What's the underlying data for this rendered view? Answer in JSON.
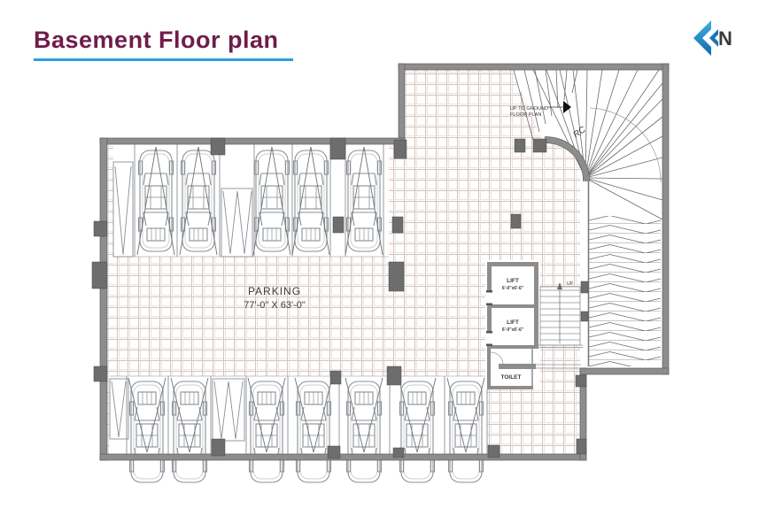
{
  "title": "Basement Floor plan",
  "north_label": "N",
  "plan": {
    "parking": {
      "label": "PARKING",
      "dimensions": "77'-0\" X 63'-0\"",
      "cars_top_row": 5,
      "cars_bottom_row": 7,
      "empty_stalls": 4
    },
    "ramp": {
      "note_line1": "UP TO GROUND",
      "note_line2": "FLOOR PLAN",
      "curve_label": "RC"
    },
    "lifts": [
      {
        "label": "LIFT",
        "size": "6'-0\"x6'-6\""
      },
      {
        "label": "LIFT",
        "size": "6'-0\"x6'-6\""
      }
    ],
    "toilet": {
      "label": "TOILET"
    },
    "stairs": {
      "label": "UP"
    }
  },
  "colors": {
    "title": "#6f1d4b",
    "underline": "#2a9fdc",
    "wall": "#8d8d8d",
    "pillar": "#6d6d6d",
    "north_blue": "#1e88c9",
    "tile_grout": "#d8c3b8"
  }
}
